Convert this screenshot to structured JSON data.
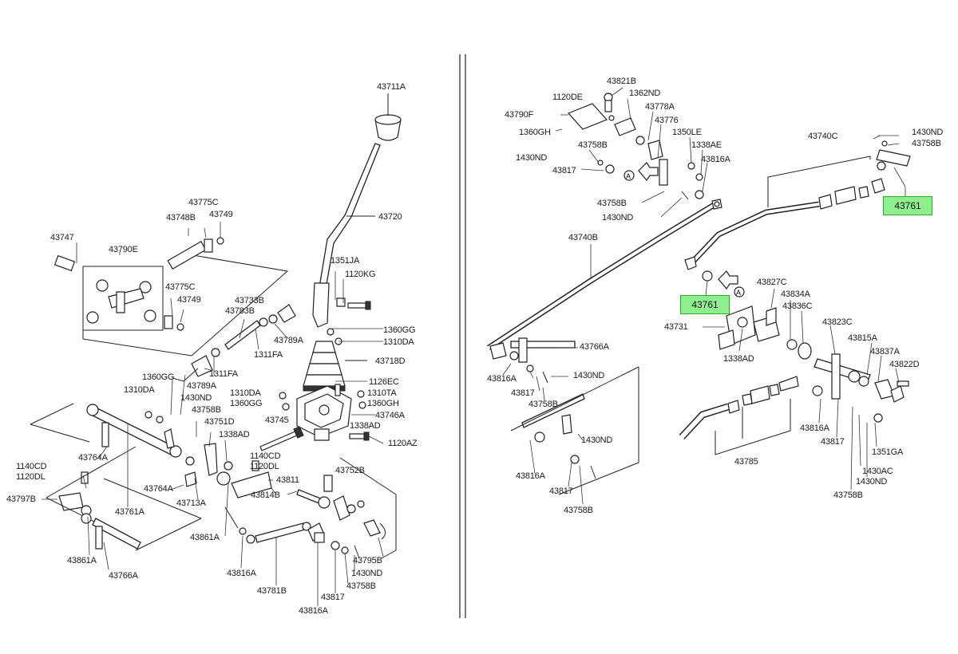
{
  "diagram": {
    "highlight_color": "#8df08d",
    "left_labels": [
      "43711A",
      "43720",
      "43775C",
      "43748B",
      "43749",
      "43747",
      "43790E",
      "43775C",
      "43749",
      "43733B",
      "43783B",
      "1351JA",
      "1120KG",
      "1360GG",
      "1310DA",
      "43789A",
      "1311FA",
      "43718D",
      "1360GG",
      "1310DA",
      "1311FA",
      "43789A",
      "1430ND",
      "43758B",
      "43751D",
      "1126EC",
      "1310DA",
      "1310TA",
      "1360GG",
      "1360GH",
      "43746A",
      "43745",
      "1338AD",
      "1338AD",
      "1120AZ",
      "1140CD",
      "1120DL",
      "43764A",
      "43764A",
      "43713A",
      "43811",
      "43752B",
      "43814B",
      "1140CD",
      "1120DL",
      "43797B",
      "43761A",
      "43861A",
      "43861A",
      "43766A",
      "43816A",
      "43781B",
      "43817",
      "43795B",
      "1430ND",
      "43758B",
      "43816A"
    ],
    "right_labels": [
      "43821B",
      "1120DE",
      "1362ND",
      "43790F",
      "43778A",
      "43776",
      "1360GH",
      "1350LE",
      "43758B",
      "1338AE",
      "1430ND",
      "43816A",
      "43817",
      "43758B",
      "1430ND",
      "43740C",
      "1430ND",
      "43758B",
      "43740B",
      "43827C",
      "43834A",
      "43836C",
      "43731",
      "43823C",
      "43815A",
      "43837A",
      "43822D",
      "1338AD",
      "43766A",
      "43816A",
      "1430ND",
      "43817",
      "43758B",
      "1430ND",
      "43816A",
      "43817",
      "43758B",
      "43785",
      "43816A",
      "43817",
      "1351GA",
      "1430AC",
      "1430ND",
      "43758B"
    ],
    "highlighted_labels": [
      "43761",
      "43761"
    ]
  }
}
